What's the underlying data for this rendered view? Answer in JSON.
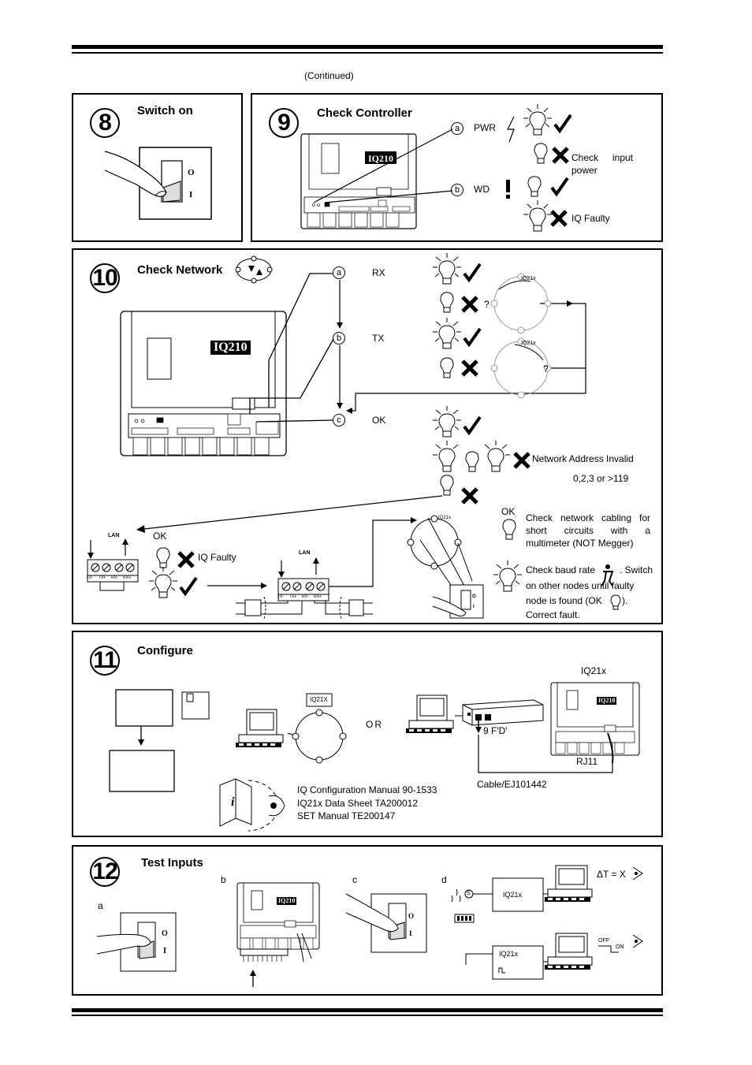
{
  "continued": "(Continued)",
  "s8": {
    "num": "8",
    "title": "Switch on",
    "switch_on": "O",
    "switch_off": "I"
  },
  "s9": {
    "num": "9",
    "title": "Check Controller",
    "device": "IQ210",
    "a": "a",
    "a_label": "PWR",
    "b": "b",
    "b_label": "WD",
    "check_input": "Check input power",
    "iq_faulty": "IQ Faulty"
  },
  "s10": {
    "num": "10",
    "title": "Check Network",
    "device": "IQ210",
    "a": "a",
    "b": "b",
    "c": "c",
    "rx": "RX",
    "tx": "TX",
    "ok": "OK",
    "ring_label": "IQ21x",
    "q": "?",
    "addr_invalid": "Network Address Invalid",
    "addr_values": "0,2,3 or >119",
    "lan": "LAN",
    "ok_small": "OK",
    "iq_faulty": "IQ Faulty",
    "terminals": [
      "TX-",
      "TX+",
      "RX-",
      "RX+"
    ],
    "cabling_text": "Check network cabling for short circuits with a multimeter (NOT Megger)",
    "baud_1": "Check baud rate",
    "baud_2": ". Switch",
    "baud_3": "on other nodes until faulty",
    "baud_4": "node is found (OK",
    "baud_5": ").",
    "baud_6": "Correct fault.",
    "switch_on": "O",
    "switch_off": "I"
  },
  "s11": {
    "num": "11",
    "title": "Configure",
    "ring_label": "IQ21X",
    "or": "OR",
    "iq21x": "IQ21x",
    "device": "IQ210",
    "ffd": "9 F'D'",
    "rj11": "RJ11",
    "cable": "Cable/EJ101442",
    "refs": [
      "IQ Configuration Manual 90-1533",
      "IQ21x Data Sheet TA200012",
      "SET Manual TE200147"
    ],
    "info_icon": "i"
  },
  "s12": {
    "num": "12",
    "title": "Test Inputs",
    "a": "a",
    "b": "b",
    "c": "c",
    "d": "d",
    "device": "IQ210",
    "iq21x_1": "IQ21x",
    "iq21x_2": "IQ21x",
    "delta_t": "ΔT = X",
    "off": "OFF",
    "on": "ON",
    "s": "S",
    "switch_on": "O",
    "switch_off": "I"
  }
}
